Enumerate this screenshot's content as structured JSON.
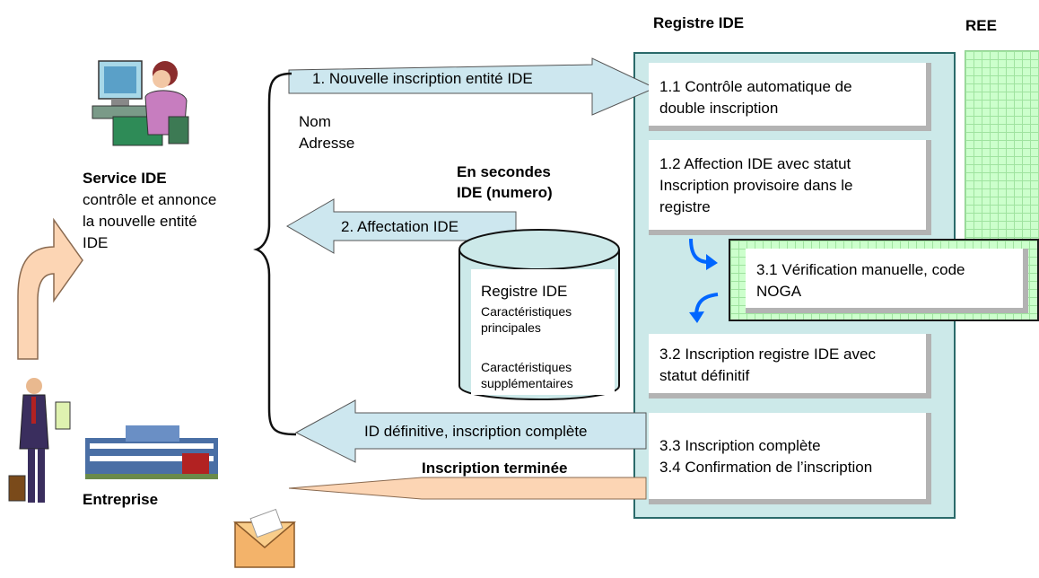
{
  "headers": {
    "registre": "Registre IDE",
    "ree": "REE"
  },
  "arrows": {
    "a1": "1. Nouvelle inscription entité IDE",
    "a2": "2. Affectation IDE",
    "a3": "ID définitive, inscription complète",
    "a4": "Inscription terminée"
  },
  "payload": {
    "line1": "Nom",
    "line2": "Adresse"
  },
  "seconds": {
    "line1": "En secondes",
    "line2": "IDE (numero)"
  },
  "service": {
    "title": "Service IDE",
    "line1": "contrôle et annonce",
    "line2": "la nouvelle entité",
    "line3": "IDE"
  },
  "entreprise": {
    "label": "Entreprise"
  },
  "cylinder": {
    "title": "Registre IDE",
    "l1": "Caractéristiques",
    "l2": "principales",
    "l3": "Caractéristiques",
    "l4": "supplémentaires"
  },
  "steps": {
    "s11": {
      "line1": "1.1 Contrôle automatique de",
      "line2": "double inscription"
    },
    "s12": {
      "line1": "1.2 Affection IDE avec statut",
      "line2": "Inscription provisoire dans le",
      "line3": "registre"
    },
    "s31": {
      "line1": "3.1 Vérification manuelle, code",
      "line2": "NOGA"
    },
    "s32": {
      "line1": "3.2 Inscription registre IDE avec",
      "line2": "statut définitif"
    },
    "s33": {
      "line1": "3.3 Inscription complète",
      "line2": "3.4 Confirmation de l’inscription"
    }
  },
  "colors": {
    "panel": "#cce9e9",
    "arrow": "#cde7ef",
    "ree_grid": "#ccffcc",
    "orange": "#fcd5b4",
    "blue_arrow": "#0066ff"
  }
}
